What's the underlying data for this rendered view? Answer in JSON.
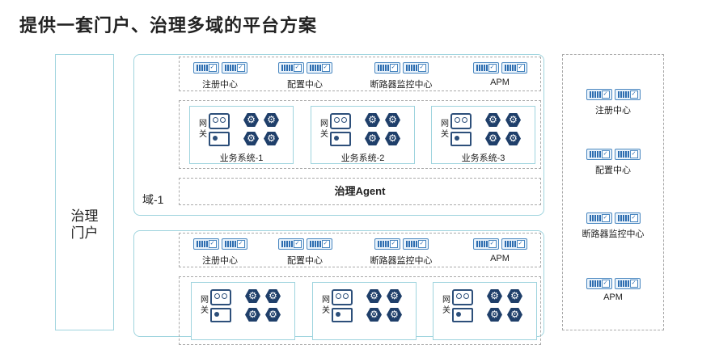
{
  "title": "提供一套门户、治理多域的平台方案",
  "portal": {
    "label": "治理\n门户"
  },
  "services": [
    "注册中心",
    "配置中心",
    "断路器监控中心",
    "APM"
  ],
  "gateway_label": "网\n关",
  "domains": [
    {
      "tag": "域-1",
      "systems": [
        "业务系统-1",
        "业务系统-2",
        "业务系统-3"
      ],
      "agent": "治理Agent"
    },
    {
      "tag": "",
      "systems": [
        "",
        "",
        ""
      ],
      "agent": ""
    }
  ],
  "right_panel": {
    "services": [
      "注册中心",
      "配置中心",
      "断路器监控中心",
      "APM"
    ]
  },
  "colors": {
    "border": "#9fd4de",
    "icon_dark": "#1f3f6a",
    "icon_blue": "#2d6db0",
    "dashed": "#a9a9a9"
  }
}
